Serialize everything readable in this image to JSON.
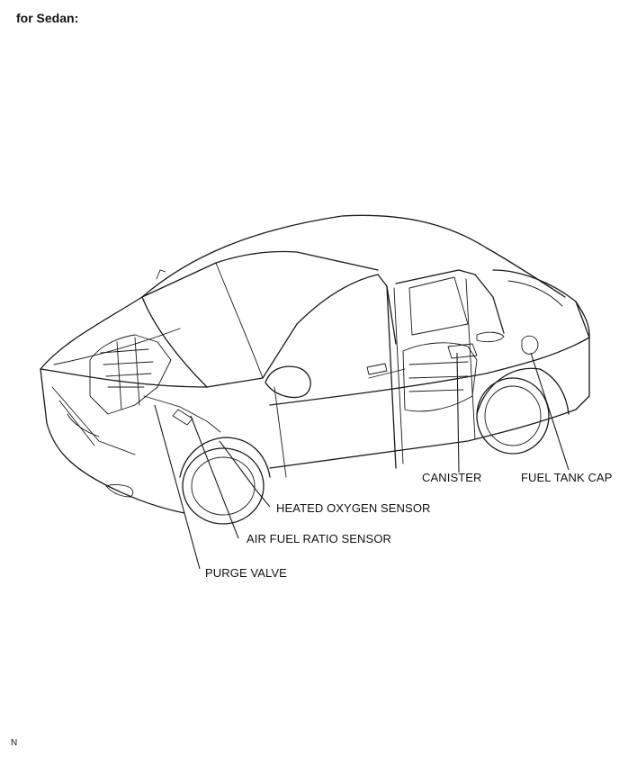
{
  "title": "for Sedan:",
  "labels": {
    "canister": "CANISTER",
    "fuel_tank_cap": "FUEL TANK CAP",
    "heated_oxygen_sensor": "HEATED OXYGEN SENSOR",
    "air_fuel_ratio_sensor": "AIR FUEL RATIO SENSOR",
    "purge_valve": "PURGE VALVE"
  },
  "corner_mark": "N"
}
